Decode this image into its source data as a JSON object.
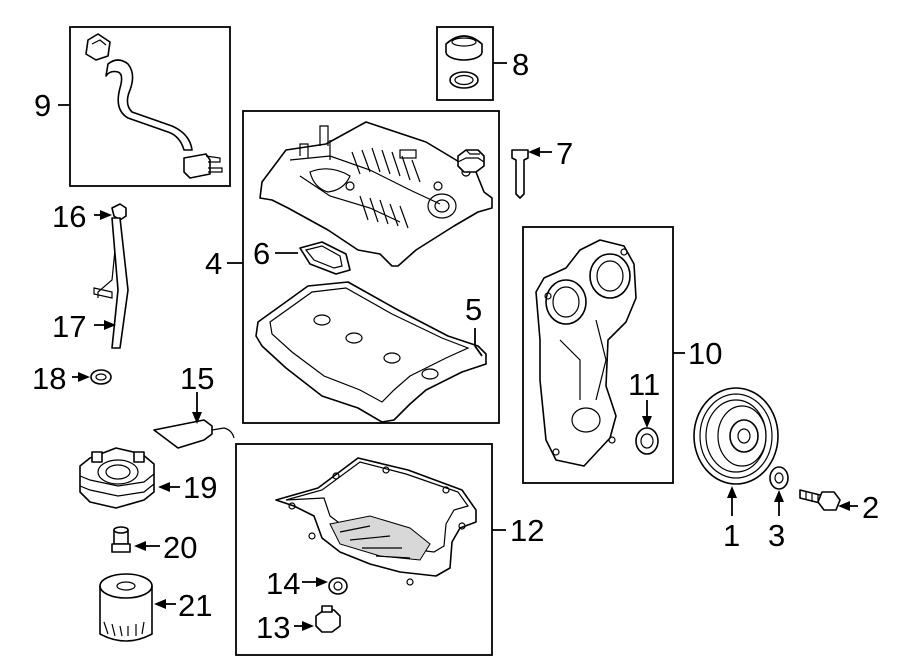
{
  "callouts": {
    "c1": "1",
    "c2": "2",
    "c3": "3",
    "c4": "4",
    "c5": "5",
    "c6": "6",
    "c7": "7",
    "c8": "8",
    "c9": "9",
    "c10": "10",
    "c11": "11",
    "c12": "12",
    "c13": "13",
    "c14": "14",
    "c15": "15",
    "c16": "16",
    "c17": "17",
    "c18": "18",
    "c19": "19",
    "c20": "20",
    "c21": "21"
  },
  "parts": [
    {
      "id": "breather-hose",
      "callout": "9"
    },
    {
      "id": "oil-filler-cap",
      "callout": "8"
    },
    {
      "id": "cylinder-head-cover",
      "callout": "4"
    },
    {
      "id": "cover-gasket-small",
      "callout": "6"
    },
    {
      "id": "valve-cover-gasket",
      "callout": "5"
    },
    {
      "id": "cover-bolt",
      "callout": "7"
    },
    {
      "id": "oil-dipstick",
      "callout": "16"
    },
    {
      "id": "dipstick-tube",
      "callout": "17"
    },
    {
      "id": "tube-o-ring",
      "callout": "18"
    },
    {
      "id": "sealant-tube",
      "callout": "15"
    },
    {
      "id": "timing-cover",
      "callout": "10"
    },
    {
      "id": "front-seal",
      "callout": "11"
    },
    {
      "id": "crankshaft-pulley",
      "callout": "1"
    },
    {
      "id": "pulley-bolt",
      "callout": "2"
    },
    {
      "id": "pulley-washer",
      "callout": "3"
    },
    {
      "id": "oil-pan",
      "callout": "12"
    },
    {
      "id": "drain-plug-gasket",
      "callout": "14"
    },
    {
      "id": "drain-plug",
      "callout": "13"
    },
    {
      "id": "oil-cooler",
      "callout": "19"
    },
    {
      "id": "cooler-connector",
      "callout": "20"
    },
    {
      "id": "oil-filter",
      "callout": "21"
    }
  ],
  "colors": {
    "line": "#000000",
    "background": "#ffffff"
  }
}
